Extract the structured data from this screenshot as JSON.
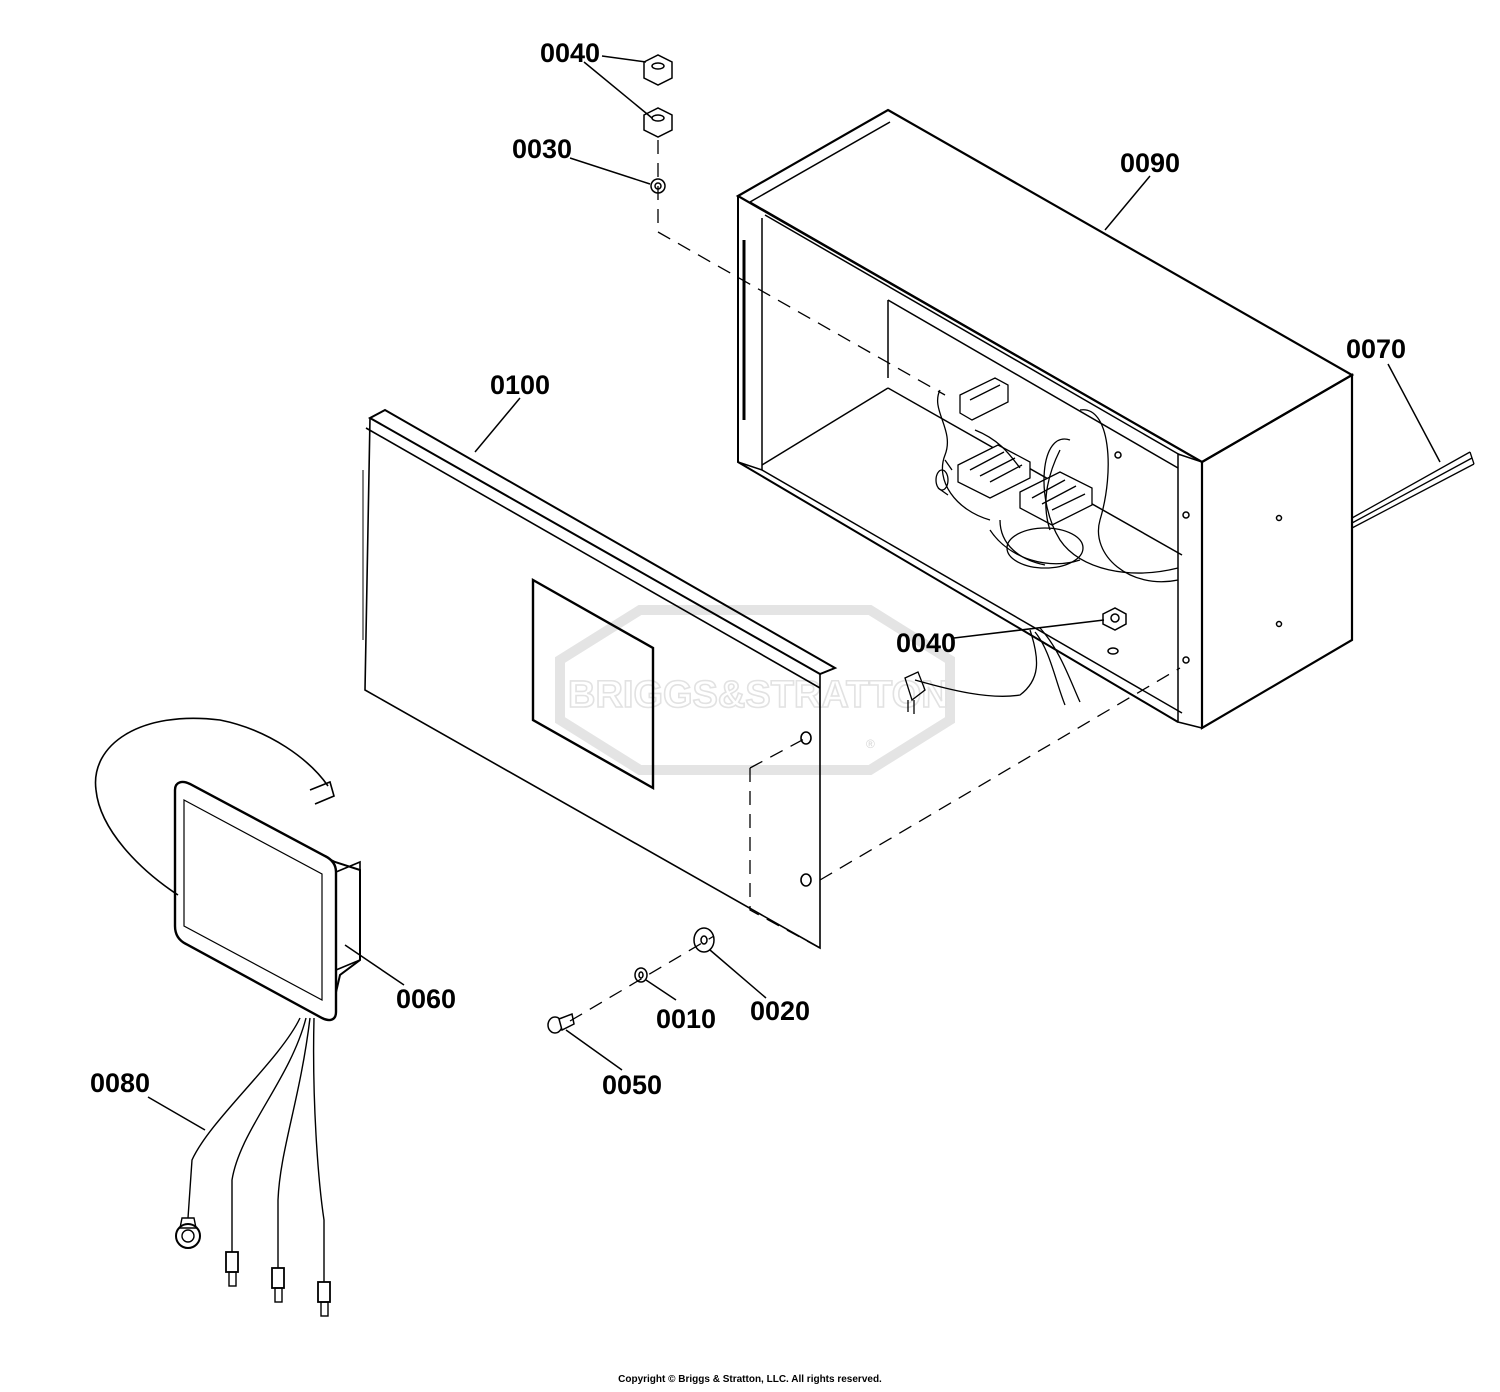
{
  "diagram": {
    "watermark": "BRIGGS&STRATTON",
    "watermark_mark": "®",
    "callouts": [
      {
        "id": "0040a",
        "label": "0040"
      },
      {
        "id": "0030",
        "label": "0030"
      },
      {
        "id": "0090",
        "label": "0090"
      },
      {
        "id": "0070",
        "label": "0070"
      },
      {
        "id": "0100",
        "label": "0100"
      },
      {
        "id": "0040b",
        "label": "0040"
      },
      {
        "id": "0060",
        "label": "0060"
      },
      {
        "id": "0010",
        "label": "0010"
      },
      {
        "id": "0020",
        "label": "0020"
      },
      {
        "id": "0050",
        "label": "0050"
      },
      {
        "id": "0080",
        "label": "0080"
      }
    ]
  },
  "footer": {
    "copyright": "Copyright © Briggs & Stratton, LLC. All rights reserved."
  }
}
